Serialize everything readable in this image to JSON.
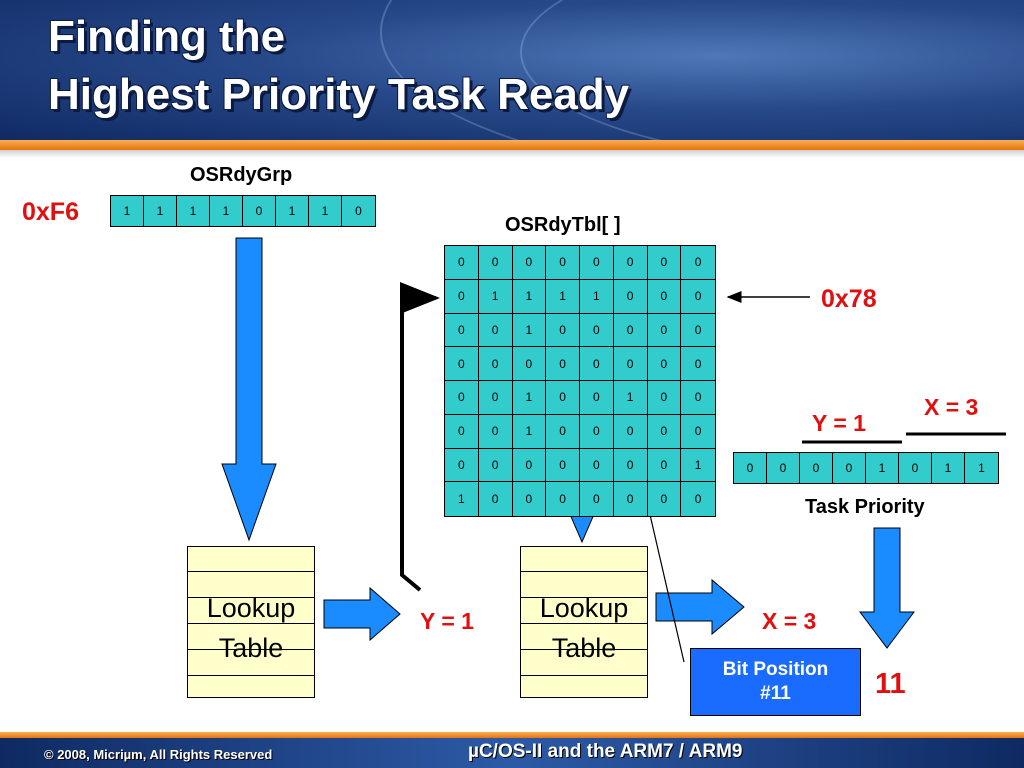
{
  "header": {
    "title_line1": "Finding the",
    "title_line2": "Highest Priority Task Ready"
  },
  "footer": {
    "copyright": "© 2008, Micriµm, All Rights Reserved",
    "product": "µC/OS-II and the ARM7 / ARM9"
  },
  "diagram": {
    "grp_label": "OSRdyGrp",
    "grp_hex": "0xF6",
    "grp_bits": [
      "1",
      "1",
      "1",
      "1",
      "0",
      "1",
      "1",
      "0"
    ],
    "tbl_label": "OSRdyTbl[ ]",
    "tbl_hex": "0x78",
    "tbl_rows": [
      [
        "0",
        "0",
        "0",
        "0",
        "0",
        "0",
        "0",
        "0"
      ],
      [
        "0",
        "1",
        "1",
        "1",
        "1",
        "0",
        "0",
        "0"
      ],
      [
        "0",
        "0",
        "1",
        "0",
        "0",
        "0",
        "0",
        "0"
      ],
      [
        "0",
        "0",
        "0",
        "0",
        "0",
        "0",
        "0",
        "0"
      ],
      [
        "0",
        "0",
        "1",
        "0",
        "0",
        "1",
        "0",
        "0"
      ],
      [
        "0",
        "0",
        "1",
        "0",
        "0",
        "0",
        "0",
        "0"
      ],
      [
        "0",
        "0",
        "0",
        "0",
        "0",
        "0",
        "0",
        "1"
      ],
      [
        "1",
        "0",
        "0",
        "0",
        "0",
        "0",
        "0",
        "0"
      ]
    ],
    "lookup1_line1": "Lookup",
    "lookup1_line2": "Table",
    "lookup2_line1": "Lookup",
    "lookup2_line2": "Table",
    "y_result": "Y = 1",
    "x_result": "X = 3",
    "y_bracket": "Y = 1",
    "x_bracket": "X = 3",
    "priority_bits": [
      "0",
      "0",
      "0",
      "0",
      "1",
      "0",
      "1",
      "1"
    ],
    "priority_label": "Task Priority",
    "bitpos_line1": "Bit Position",
    "bitpos_line2": "#11",
    "result_value": "11"
  },
  "colors": {
    "cell_fill": "#33cccc",
    "lookup_fill": "#ffffcc",
    "arrow_fill": "#1a8cff",
    "result_red": "#e01010",
    "bitpos_fill": "#1a6bff"
  }
}
